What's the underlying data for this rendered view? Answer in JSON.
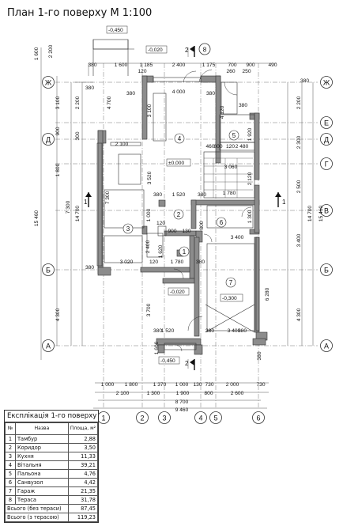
{
  "title": "План 1-го поверху М 1:100",
  "axes": {
    "rows": [
      "Ж",
      "Е",
      "Д",
      "Г",
      "В",
      "Б",
      "А"
    ],
    "cols": [
      "1",
      "2",
      "3",
      "4",
      "5",
      "6"
    ]
  },
  "dims": {
    "top_outer": [
      "1 600",
      "1 185",
      "2 400",
      "1 175",
      "700",
      "900",
      "490"
    ],
    "top_small": [
      "120",
      "260",
      "250"
    ],
    "top_ends": [
      "380"
    ],
    "bottom_row1": [
      "1 000",
      "1 800",
      "1 370",
      "1 000",
      "130",
      "730",
      "2 000",
      "730"
    ],
    "bottom_row2": [
      "2 100",
      "1 300",
      "1 900",
      "800",
      "2 600"
    ],
    "bottom_total1": "8 700",
    "bottom_total2": "9 460",
    "left_col1": [
      "1 600",
      "2 200"
    ],
    "left_col2": [
      "3 100",
      "900",
      "1 800",
      "7 300",
      "4 300"
    ],
    "left_col3": [
      "2 200",
      "300"
    ],
    "left_total1": "14 700",
    "left_total2": "15 460",
    "right_col1": [
      "2 200",
      "2 300",
      "2 500",
      "3 400",
      "4 300"
    ],
    "right_total1": "14 700",
    "right_total2": "15 460",
    "inner": [
      "4 700",
      "4 000",
      "3 100",
      "4 120",
      "2 100",
      "3 520",
      "2 400",
      "1 520",
      "1 000",
      "900",
      "130",
      "3 020",
      "1 780",
      "3 700",
      "1 520",
      "3 400",
      "6 280",
      "2 480",
      "1 920",
      "3 060",
      "1 780",
      "2 120",
      "1 300",
      "1 620",
      "1 200",
      "1 200",
      "120",
      "460",
      "800"
    ]
  },
  "levels": [
    "-0,450",
    "-0,020",
    "±0,000",
    "-0,020",
    "-0,300",
    "-0,450"
  ],
  "section_marks": [
    "1",
    "2"
  ],
  "room_numbers": [
    "1",
    "2",
    "3",
    "4",
    "5",
    "6",
    "7",
    "8"
  ],
  "legend": {
    "caption": "Експлікація 1-го поверху",
    "headers": {
      "num": "№",
      "name": "Назва",
      "area": "Площа, м²"
    },
    "rows": [
      {
        "n": "1",
        "name": "Тамбур",
        "area": "2,88"
      },
      {
        "n": "2",
        "name": "Коридор",
        "area": "3,50"
      },
      {
        "n": "3",
        "name": "Кухня",
        "area": "11,33"
      },
      {
        "n": "4",
        "name": "Вітальня",
        "area": "39,21"
      },
      {
        "n": "5",
        "name": "Пальона",
        "area": "4,76"
      },
      {
        "n": "6",
        "name": "Санвузол",
        "area": "4,42"
      },
      {
        "n": "7",
        "name": "Гараж",
        "area": "21,35"
      },
      {
        "n": "8",
        "name": "Тераса",
        "area": "31,78"
      }
    ],
    "totals": [
      {
        "name": "Всього (без тераси)",
        "area": "87,45"
      },
      {
        "name": "Всього (з терасою)",
        "area": "119,23"
      }
    ]
  }
}
